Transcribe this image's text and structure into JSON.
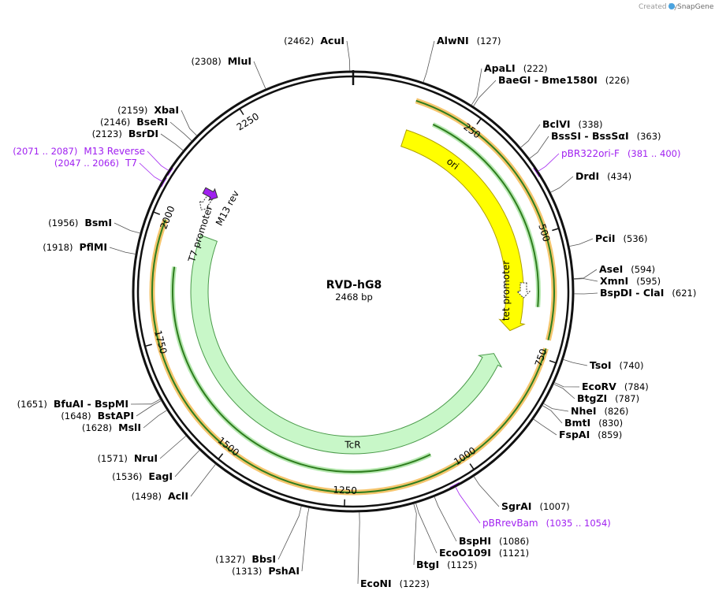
{
  "credit": {
    "text": "Created by",
    "brand": "SnapGene"
  },
  "plasmid": {
    "name": "RVD-hG8",
    "size_label": "2468 bp",
    "length": 2468
  },
  "ruler_ticks": [
    {
      "pos": 250,
      "label": "250"
    },
    {
      "pos": 500,
      "label": "500"
    },
    {
      "pos": 750,
      "label": "750"
    },
    {
      "pos": 1000,
      "label": "1000"
    },
    {
      "pos": 1250,
      "label": "1250"
    },
    {
      "pos": 1500,
      "label": "1500"
    },
    {
      "pos": 1750,
      "label": "1750"
    },
    {
      "pos": 2000,
      "label": "2000"
    },
    {
      "pos": 2250,
      "label": "2250"
    }
  ],
  "features": [
    {
      "name": "ori",
      "start": 125,
      "end": 713,
      "color": "#ffff00",
      "stroke": "#b0a000",
      "direction": "cw"
    },
    {
      "name": "TcR",
      "start": 780,
      "end": 1990,
      "color": "#c8f7c8",
      "stroke": "#4a9a4a",
      "direction": "ccw"
    },
    {
      "name": "tet promoter",
      "start": 641,
      "end": 675,
      "color": "#ffffff",
      "stroke": "#333333",
      "direction": "cw"
    },
    {
      "name": "T7 promoter",
      "start": 2085,
      "end": 2102,
      "color": "#ffffff",
      "stroke": "#333333",
      "direction": "ccw"
    },
    {
      "name": "M13 rev",
      "start": 2103,
      "end": 2120,
      "color": "#a020f0",
      "stroke": "#333333",
      "direction": "ccw"
    }
  ],
  "sites": [
    {
      "name": "AcuI",
      "pos": "2462",
      "bp": 2462,
      "side": "L"
    },
    {
      "name": "AlwNI",
      "pos": "127",
      "bp": 127,
      "side": "R"
    },
    {
      "name": "ApaLI",
      "pos": "222",
      "bp": 222,
      "side": "R"
    },
    {
      "name": "BaeGI - Bme1580I",
      "pos": "226",
      "bp": 226,
      "side": "R"
    },
    {
      "name": "BclVI",
      "pos": "338",
      "bp": 338,
      "side": "R"
    },
    {
      "name": "BssSI - BssSαI",
      "pos": "363",
      "bp": 363,
      "side": "R"
    },
    {
      "name": "DrdI",
      "pos": "434",
      "bp": 434,
      "side": "R"
    },
    {
      "name": "PciI",
      "pos": "536",
      "bp": 536,
      "side": "R"
    },
    {
      "name": "AseI",
      "pos": "594",
      "bp": 594,
      "side": "R"
    },
    {
      "name": "XmnI",
      "pos": "595",
      "bp": 595,
      "side": "R"
    },
    {
      "name": "BspDI - ClaI",
      "pos": "621",
      "bp": 621,
      "side": "R"
    },
    {
      "name": "TsoI",
      "pos": "740",
      "bp": 740,
      "side": "R"
    },
    {
      "name": "EcoRV",
      "pos": "784",
      "bp": 784,
      "side": "R"
    },
    {
      "name": "BtgZI",
      "pos": "787",
      "bp": 787,
      "side": "R"
    },
    {
      "name": "NheI",
      "pos": "826",
      "bp": 826,
      "side": "R"
    },
    {
      "name": "BmtI",
      "pos": "830",
      "bp": 830,
      "side": "R"
    },
    {
      "name": "FspAI",
      "pos": "859",
      "bp": 859,
      "side": "R"
    },
    {
      "name": "SgrAI",
      "pos": "1007",
      "bp": 1007,
      "side": "R"
    },
    {
      "name": "BspHI",
      "pos": "1086",
      "bp": 1086,
      "side": "R"
    },
    {
      "name": "EcoO109I",
      "pos": "1121",
      "bp": 1121,
      "side": "R"
    },
    {
      "name": "BtgI",
      "pos": "1125",
      "bp": 1125,
      "side": "R"
    },
    {
      "name": "EcoNI",
      "pos": "1223",
      "bp": 1223,
      "side": "R"
    },
    {
      "name": "PshAI",
      "pos": "1313",
      "bp": 1313,
      "side": "L"
    },
    {
      "name": "BbsI",
      "pos": "1327",
      "bp": 1327,
      "side": "L"
    },
    {
      "name": "AclI",
      "pos": "1498",
      "bp": 1498,
      "side": "L"
    },
    {
      "name": "EagI",
      "pos": "1536",
      "bp": 1536,
      "side": "L"
    },
    {
      "name": "NruI",
      "pos": "1571",
      "bp": 1571,
      "side": "L"
    },
    {
      "name": "MslI",
      "pos": "1628",
      "bp": 1628,
      "side": "L"
    },
    {
      "name": "BstAPI",
      "pos": "1648",
      "bp": 1648,
      "side": "L"
    },
    {
      "name": "BfuAI - BspMI",
      "pos": "1651",
      "bp": 1651,
      "side": "L"
    },
    {
      "name": "PflMI",
      "pos": "1918",
      "bp": 1918,
      "side": "L"
    },
    {
      "name": "BsmI",
      "pos": "1956",
      "bp": 1956,
      "side": "L"
    },
    {
      "name": "BsrDI",
      "pos": "2123",
      "bp": 2123,
      "side": "L"
    },
    {
      "name": "BseRI",
      "pos": "2146",
      "bp": 2146,
      "side": "L"
    },
    {
      "name": "XbaI",
      "pos": "2159",
      "bp": 2159,
      "side": "L"
    },
    {
      "name": "MluI",
      "pos": "2308",
      "bp": 2308,
      "side": "L"
    }
  ],
  "primers": [
    {
      "name": "pBR322ori-F",
      "range": "381 .. 400",
      "start": 381,
      "end": 400,
      "side": "R"
    },
    {
      "name": "pBRrevBam",
      "range": "1035 .. 1054",
      "start": 1035,
      "end": 1054,
      "side": "R"
    },
    {
      "name": "M13 Reverse",
      "range": "2071 .. 2087",
      "start": 2071,
      "end": 2087,
      "side": "L"
    },
    {
      "name": "T7",
      "range": "2047 .. 2066",
      "start": 2047,
      "end": 2066,
      "side": "L"
    }
  ],
  "colors": {
    "backbone": "#111111",
    "primer": "#a020f0",
    "ori": "#ffff00",
    "tcr": "#c8f7c8",
    "orf_outline": "#f2b13c",
    "orf_line": "#2e7d1e"
  }
}
